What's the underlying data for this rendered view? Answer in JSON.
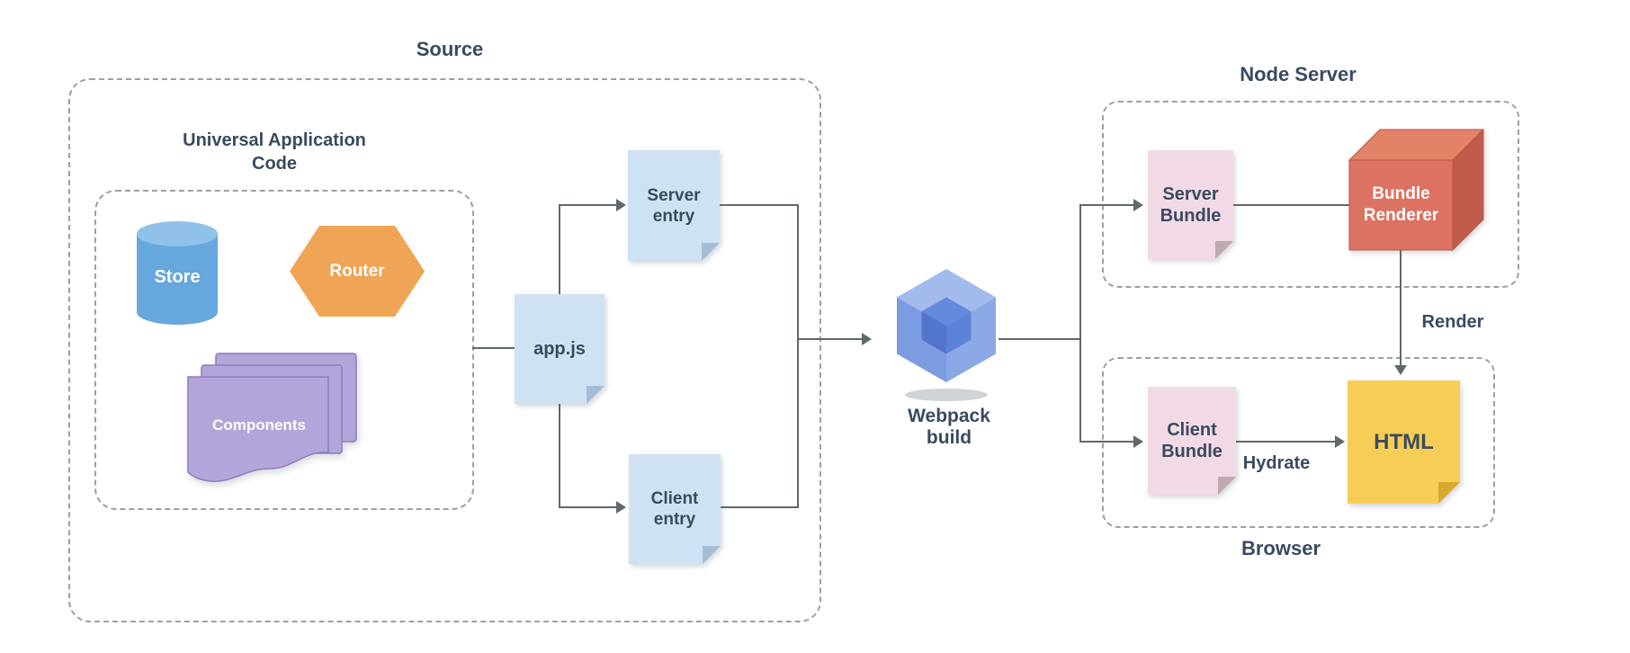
{
  "diagram": {
    "source_label": "Source",
    "universal_label": "Universal Application Code",
    "node_server_label": "Node Server",
    "browser_label": "Browser",
    "webpack_label": "Webpack build",
    "render_label": "Render",
    "hydrate_label": "Hydrate",
    "nodes": {
      "store": "Store",
      "router": "Router",
      "components": "Components",
      "app_js": "app.js",
      "server_entry": "Server entry",
      "client_entry": "Client entry",
      "server_bundle": "Server Bundle",
      "client_bundle": "Client Bundle",
      "bundle_renderer": "Bundle Renderer",
      "html": "HTML"
    },
    "colors": {
      "text": "#3A4A5F",
      "line": "#5F686B",
      "dashed_border": "#9BA1A4",
      "doc_blue": "#CFE2F4",
      "doc_blue_fold": "#A3BDD6",
      "doc_pink": "#F1DAE5",
      "doc_pink_fold": "#BFA8B3",
      "doc_yellow": "#F7CE55",
      "doc_yellow_fold": "#D9A72E",
      "store_blue": "#66A7DD",
      "store_blue_top": "#8FC1E9",
      "router_orange": "#F0A455",
      "components_purple": "#B3A5D9",
      "components_purple_border": "#8C7DBE",
      "webpack_blue_outer": "#8CA9E7",
      "webpack_blue_inner": "#5C82D6",
      "renderer_front": "#DC7262",
      "renderer_top": "#E28266",
      "renderer_side": "#C05B49"
    }
  }
}
